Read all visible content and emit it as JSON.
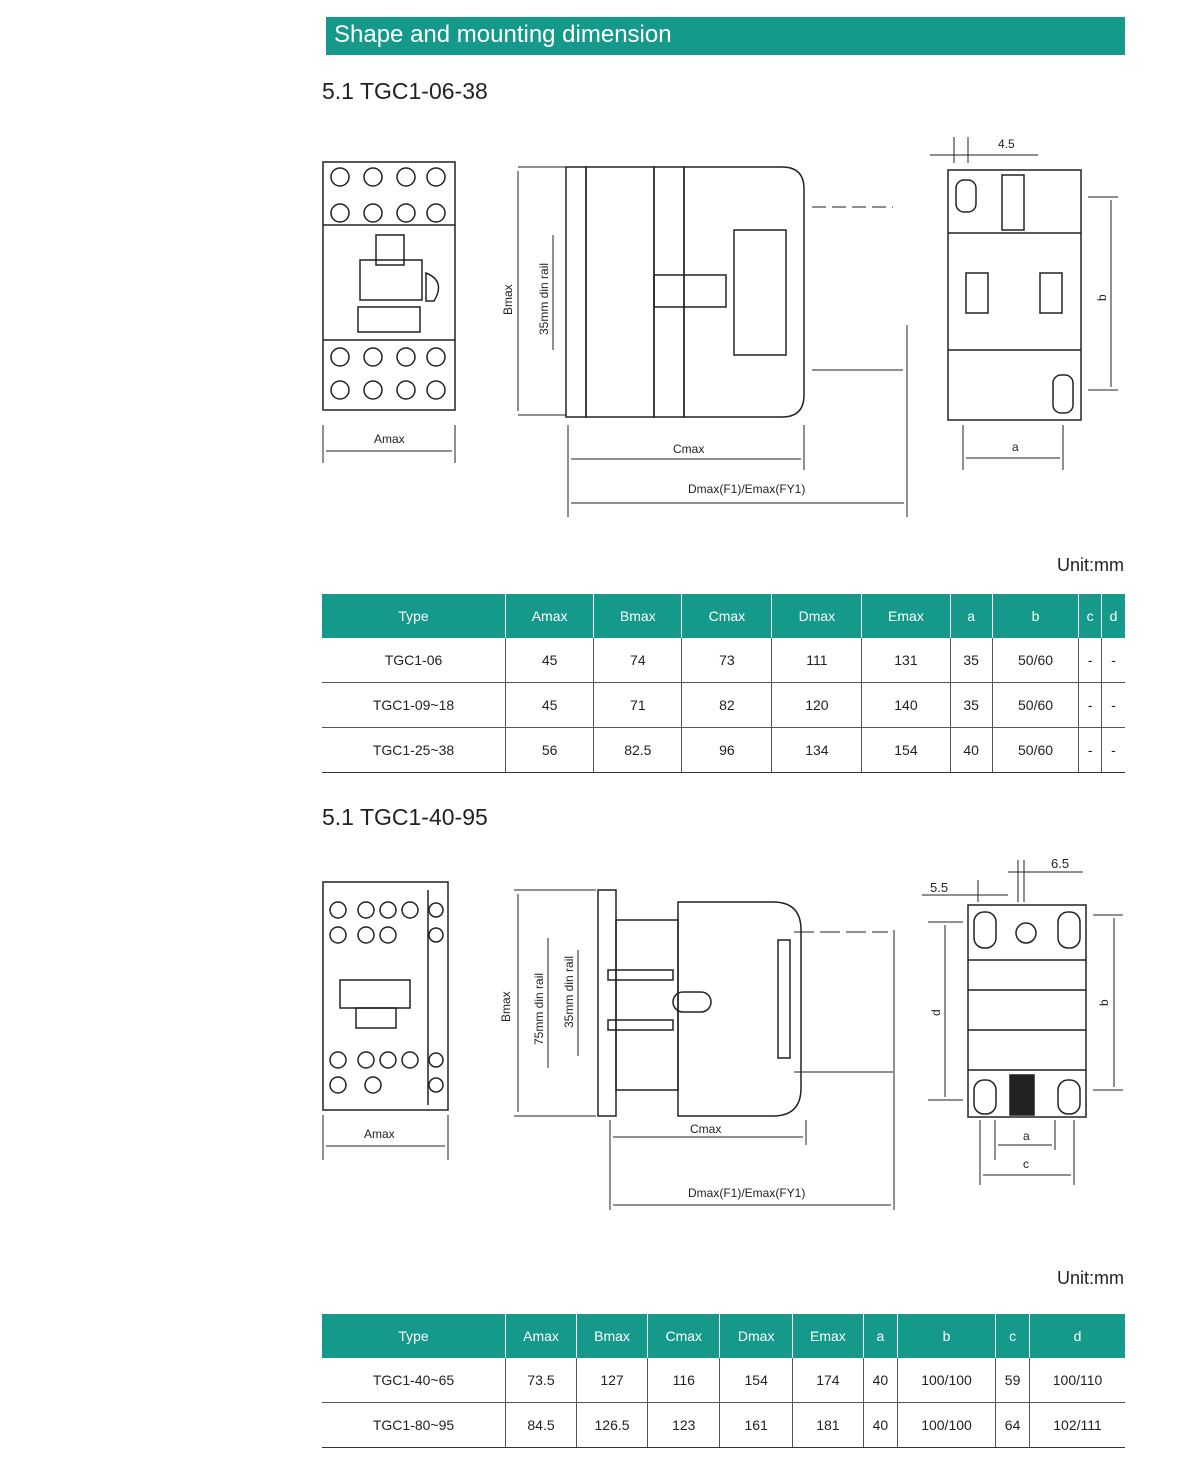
{
  "banner": {
    "title": "Shape and mounting dimension"
  },
  "section1": {
    "title": "5.1 TGC1-06-38",
    "labels": {
      "amax": "Amax",
      "bmax": "Bmax",
      "cmax": "Cmax",
      "din": "35mm din rail",
      "dmax_emax": "Dmax(F1)/Emax(FY1)",
      "a": "a",
      "b": "b",
      "dim45": "4.5"
    },
    "unit": "Unit:mm",
    "table": {
      "headers": [
        "Type",
        "Amax",
        "Bmax",
        "Cmax",
        "Dmax",
        "Emax",
        "a",
        "b",
        "c",
        "d"
      ],
      "rows": [
        [
          "TGC1-06",
          "45",
          "74",
          "73",
          "111",
          "131",
          "35",
          "50/60",
          "-",
          "-"
        ],
        [
          "TGC1-09~18",
          "45",
          "71",
          "82",
          "120",
          "140",
          "35",
          "50/60",
          "-",
          "-"
        ],
        [
          "TGC1-25~38",
          "56",
          "82.5",
          "96",
          "134",
          "154",
          "40",
          "50/60",
          "-",
          "-"
        ]
      ]
    }
  },
  "section2": {
    "title": "5.1 TGC1-40-95",
    "labels": {
      "amax": "Amax",
      "bmax": "Bmax",
      "cmax": "Cmax",
      "din35": "35mm din rail",
      "din75": "75mm din rail",
      "dmax_emax": "Dmax(F1)/Emax(FY1)",
      "a": "a",
      "b": "b",
      "c": "c",
      "d": "d",
      "dim55": "5.5",
      "dim65": "6.5"
    },
    "unit": "Unit:mm",
    "table": {
      "headers": [
        "Type",
        "Amax",
        "Bmax",
        "Cmax",
        "Dmax",
        "Emax",
        "a",
        "b",
        "c",
        "d"
      ],
      "rows": [
        [
          "TGC1-40~65",
          "73.5",
          "127",
          "116",
          "154",
          "174",
          "40",
          "100/100",
          "59",
          "100/110"
        ],
        [
          "TGC1-80~95",
          "84.5",
          "126.5",
          "123",
          "161",
          "181",
          "40",
          "100/100",
          "64",
          "102/111"
        ]
      ]
    }
  }
}
